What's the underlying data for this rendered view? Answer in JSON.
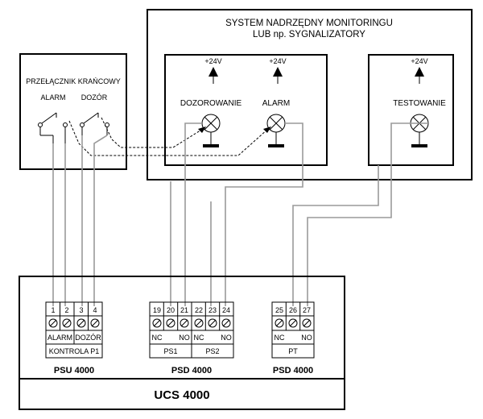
{
  "system": {
    "title_line1": "SYSTEM NADRZĘDNY MONITORINGU",
    "title_line2": "LUB np. SYGNALIZATORY",
    "supply": "+24V",
    "lamps": [
      "DOZOROWANIE",
      "ALARM",
      "TESTOWANIE"
    ]
  },
  "limit_switch": {
    "title": "PRZEŁĄCZNIK KRAŃCOWY",
    "contacts": [
      "ALARM",
      "DOZÓR"
    ]
  },
  "controller": {
    "title": "UCS 4000",
    "modules": [
      {
        "name": "PSU 4000",
        "terminals": [
          "1",
          "2",
          "3",
          "4"
        ],
        "sublabels": [
          "ALARM",
          "DOZÓR"
        ],
        "group": "KONTROLA P1"
      },
      {
        "name": "PSD 4000",
        "terminals": [
          "19",
          "20",
          "21",
          "22",
          "23",
          "24"
        ],
        "sublabels": [
          "NC",
          "NO",
          "NC",
          "NO"
        ],
        "groups": [
          "PS1",
          "PS2"
        ]
      },
      {
        "name": "PSD 4000",
        "terminals": [
          "25",
          "26",
          "27"
        ],
        "sublabels": [
          "NC",
          "NO"
        ],
        "group": "PT"
      }
    ]
  }
}
